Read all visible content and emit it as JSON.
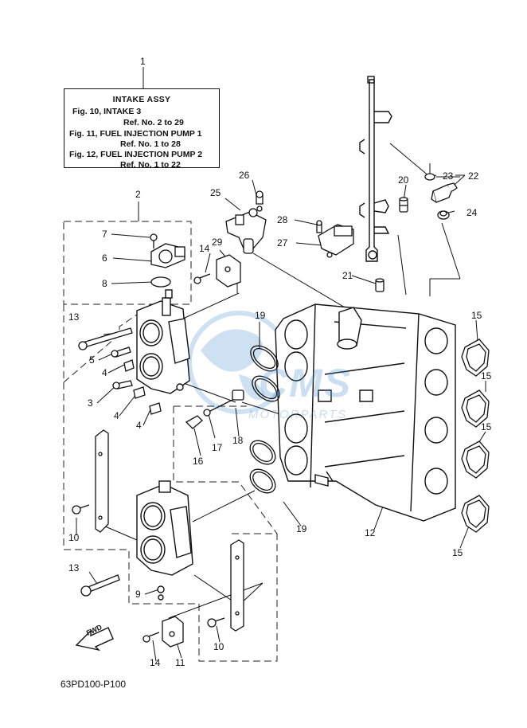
{
  "note": {
    "title": "INTAKE ASSY",
    "lines": [
      "Fig. 10, INTAKE 3",
      "Ref. No. 2 to 29",
      "Fig. 11, FUEL INJECTION PUMP 1",
      "Ref. No. 1 to 28",
      "Fig. 12, FUEL INJECTION PUMP 2",
      "Ref. No. 1 to 22"
    ]
  },
  "callouts": [
    "1",
    "2",
    "3",
    "4",
    "4",
    "4",
    "5",
    "6",
    "7",
    "8",
    "9",
    "10",
    "10",
    "11",
    "12",
    "13",
    "13",
    "14",
    "14",
    "15",
    "15",
    "15",
    "15",
    "16",
    "17",
    "18",
    "19",
    "19",
    "20",
    "21",
    "22",
    "23",
    "24",
    "25",
    "26",
    "27",
    "28",
    "29"
  ],
  "fwd_label": "FWD",
  "diagram_code": "63PD100-P100",
  "watermark": {
    "text": "CMS",
    "sub": "MOTORPARTS",
    "color": "#5096d2"
  }
}
